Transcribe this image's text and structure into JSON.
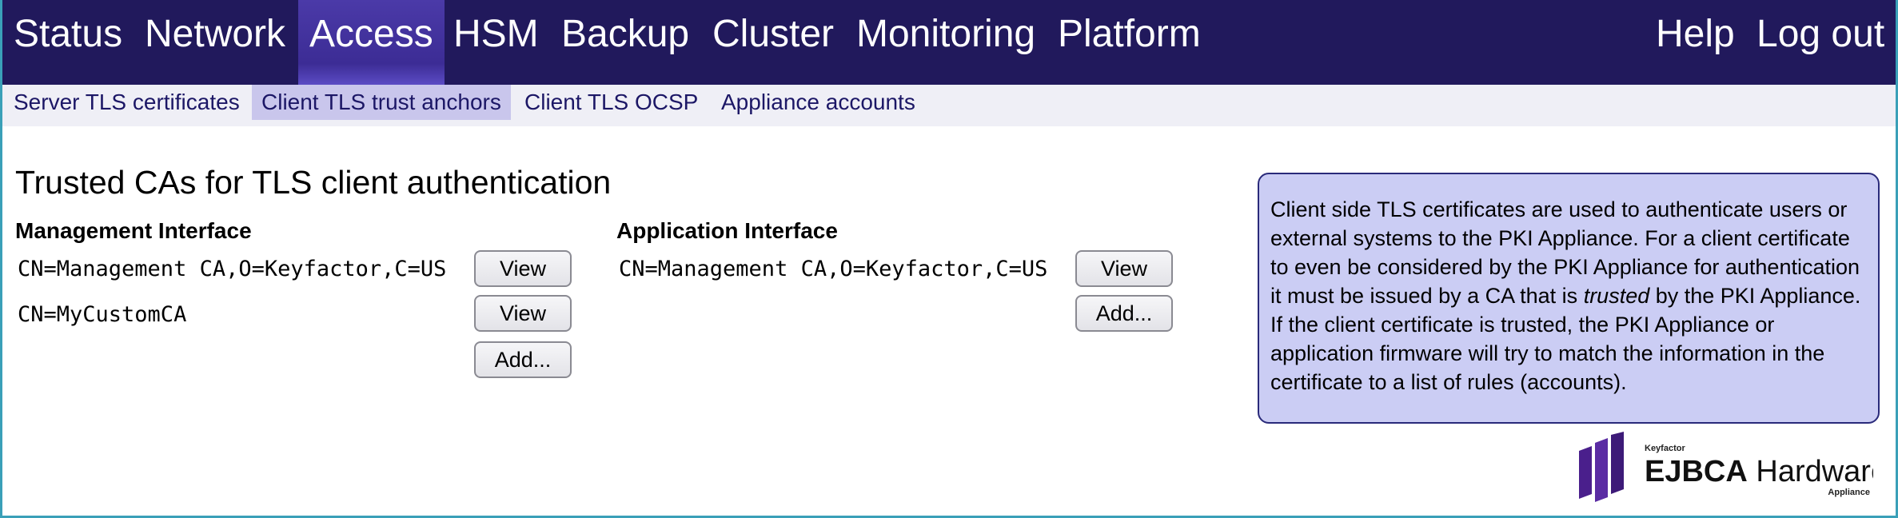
{
  "top_nav": {
    "items": [
      "Status",
      "Network",
      "Access",
      "HSM",
      "Backup",
      "Cluster",
      "Monitoring",
      "Platform"
    ],
    "help": "Help",
    "logout": "Log out",
    "active": "Access"
  },
  "sub_nav": {
    "items": [
      "Server TLS certificates",
      "Client TLS trust anchors",
      "Client TLS OCSP",
      "Appliance accounts"
    ],
    "active": "Client TLS trust anchors"
  },
  "page_title": "Trusted CAs for TLS client authentication",
  "management": {
    "heading": "Management Interface",
    "cas": [
      "CN=Management CA,O=Keyfactor,C=US",
      "CN=MyCustomCA"
    ],
    "view_label": "View",
    "add_label": "Add..."
  },
  "application": {
    "heading": "Application Interface",
    "cas": [
      "CN=Management CA,O=Keyfactor,C=US"
    ],
    "view_label": "View",
    "add_label": "Add..."
  },
  "info": {
    "part1": "Client side TLS certificates are used to authenticate users or external systems to the PKI Appliance. For a client certificate to even be considered by the PKI Appliance for authentication it must be issued by a CA that is ",
    "emphasis": "trusted",
    "part2": " by the PKI Appliance. If the client certificate is trusted, the PKI Appliance or application firmware will try to match the information in the certificate to a list of rules (accounts)."
  },
  "logo": {
    "brand_small": "Keyfactor",
    "brand_main": "EJBCA",
    "brand_rest": " Hardware",
    "brand_sub": "Appliance"
  },
  "colors": {
    "nav_bg": "#21195c",
    "nav_active": "#4b3aa8",
    "subnav_bg": "#efeff6",
    "info_bg": "#cbcdf4",
    "logo_purple": "#4a1f8c"
  }
}
